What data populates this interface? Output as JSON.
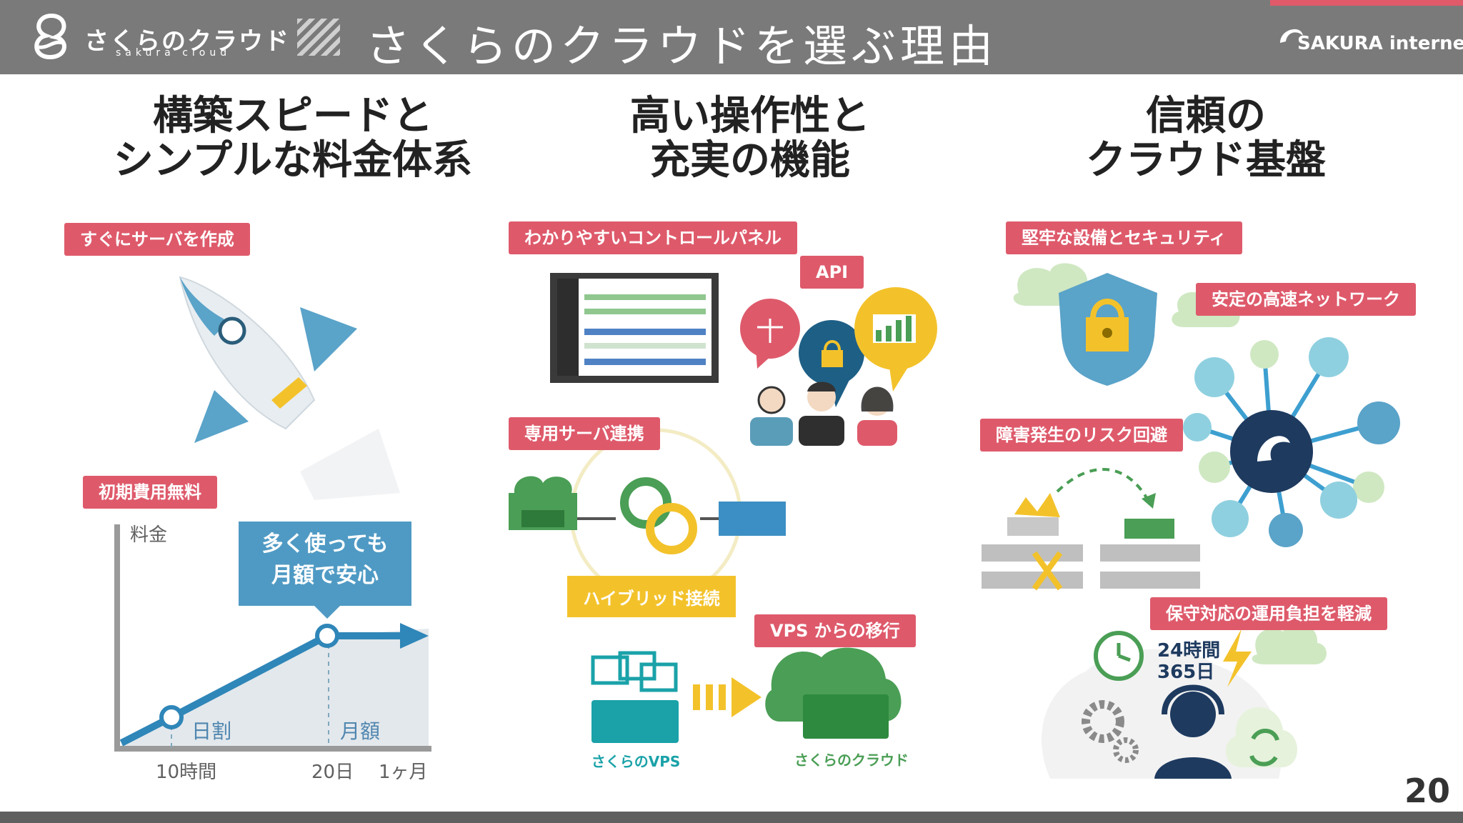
{
  "header": {
    "logo_text": "さくらのクラウド",
    "logo_sub": "sakura cloud",
    "title": "さくらのクラウドを選ぶ理由",
    "brand": "SAKURA internet"
  },
  "columns": [
    {
      "title_line1": "構築スピードと",
      "title_line2": "シンプルな料金体系",
      "tags": [
        "すぐにサーバを作成",
        "初期費用無料"
      ],
      "chart": {
        "ylabel": "料金",
        "callout_line1": "多く使っても",
        "callout_line2": "月額で安心",
        "segment1": "日割",
        "segment2": "月額",
        "x_ticks": [
          "10時間",
          "20日",
          "1ヶ月"
        ]
      }
    },
    {
      "title_line1": "高い操作性と",
      "title_line2": "充実の機能",
      "tags": [
        "わかりやすいコントロールパネル",
        "API",
        "専用サーバ連携",
        "VPS からの移行"
      ],
      "hybrid_label": "ハイブリッド接続",
      "vps_label": "さくらのVPS",
      "cloud_logo": "さくらのクラウド"
    },
    {
      "title_line1": "信頼の",
      "title_line2": "クラウド基盤",
      "tags": [
        "堅牢な設備とセキュリティ",
        "安定の高速ネットワーク",
        "障害発生のリスク回避",
        "保守対応の運用負担を軽減"
      ],
      "support_line1": "24時間",
      "support_line2": "365日"
    }
  ],
  "page_number": "20",
  "colors": {
    "header_bg": "#7a7a7a",
    "tag_bg": "#de5a6b",
    "blue": "#5aa3c9",
    "green": "#4a9e55",
    "yellow": "#f3c22b",
    "navy": "#1e3a5f"
  }
}
